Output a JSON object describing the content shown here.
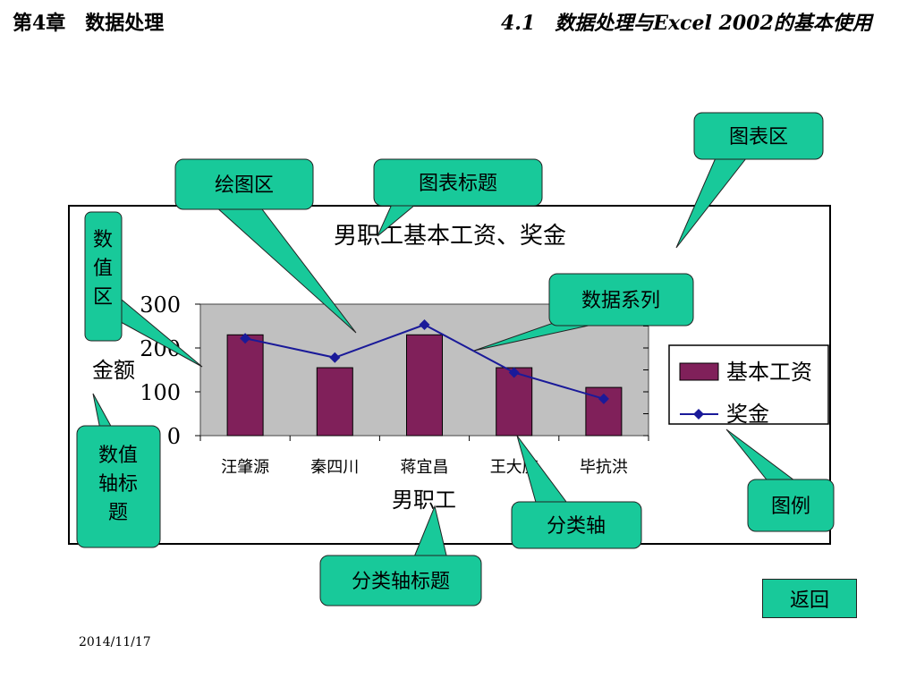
{
  "header": {
    "chapter": "第4章　数据处理",
    "section": "4.1　数据处理与Excel 2002的基本使用"
  },
  "footer": {
    "date": "2014/11/17",
    "back_label": "返回"
  },
  "colors": {
    "callout": "#18c99a",
    "bar": "#80205a",
    "line": "#1a1a99",
    "plot_bg": "#c0c0c0"
  },
  "callouts": {
    "plot_area": "绘图区",
    "chart_title": "图表标题",
    "chart_area": "图表区",
    "value_area": "数值区",
    "data_series": "数据系列",
    "value_axis_title": "数值轴标题",
    "category_axis": "分类轴",
    "category_axis_title": "分类轴标题",
    "legend": "图例"
  },
  "chart_data": {
    "type": "bar",
    "title": "男职工基本工资、奖金",
    "xlabel": "男职工",
    "ylabel": "金额",
    "categories": [
      "汪肇源",
      "秦四川",
      "蒋宜昌",
      "王大庆",
      "毕抗洪"
    ],
    "ylim": [
      0,
      300
    ],
    "yticks": [
      0,
      100,
      200,
      300
    ],
    "grid": false,
    "legend_position": "right",
    "series": [
      {
        "name": "基本工资",
        "kind": "bar",
        "values": [
          230,
          155,
          230,
          155,
          110
        ]
      },
      {
        "name": "奖金",
        "kind": "line",
        "values": [
          222,
          178,
          253,
          144,
          84
        ]
      }
    ]
  }
}
